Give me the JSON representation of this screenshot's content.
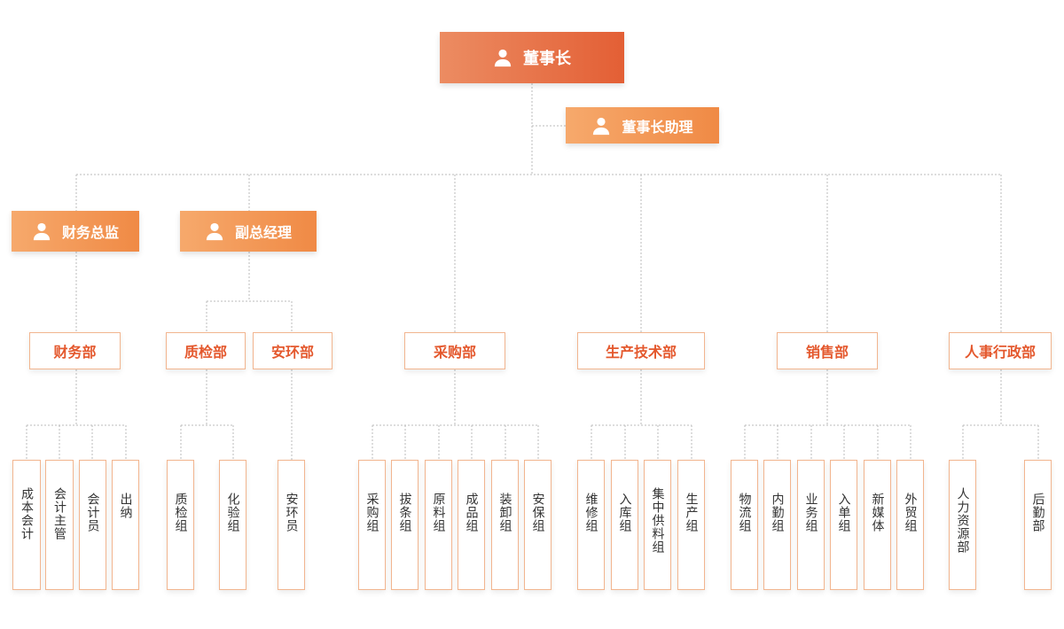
{
  "colors": {
    "top": "#e35f35",
    "manager": "#f08a45",
    "dept_text": "#e4582d",
    "border": "#f2b58f",
    "line": "#bbbbbb"
  },
  "chairman": {
    "label": "董事长",
    "icon": "person-icon"
  },
  "assistant": {
    "label": "董事长助理",
    "icon": "person-icon"
  },
  "finance_director": {
    "label": "财务总监",
    "icon": "person-icon"
  },
  "vice_gm": {
    "label": "副总经理",
    "icon": "person-icon"
  },
  "departments": [
    {
      "label": "财务部",
      "groups": [
        "成本会计",
        "会计主管",
        "会计员",
        "出纳"
      ]
    },
    {
      "label": "质检部",
      "groups": [
        "质检组",
        "化验组"
      ]
    },
    {
      "label": "安环部",
      "groups": [
        "安环员"
      ]
    },
    {
      "label": "采购部",
      "groups": [
        "采购组",
        "拔条组",
        "原料组",
        "成品组",
        "装卸组",
        "安保组"
      ]
    },
    {
      "label": "生产技术部",
      "groups": [
        "维修组",
        "入库组",
        "集中供料组",
        "生产组"
      ]
    },
    {
      "label": "销售部",
      "groups": [
        "物流组",
        "内勤组",
        "业务组",
        "入单组",
        "新媒体",
        "外贸组"
      ]
    },
    {
      "label": "人事行政部",
      "groups": [
        "人力资源部",
        "后勤部"
      ]
    }
  ]
}
